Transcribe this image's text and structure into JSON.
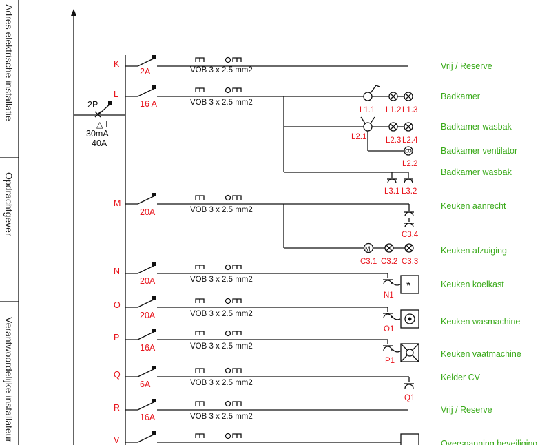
{
  "sidebar": {
    "sections": [
      "Adres elektrische installatie",
      "Opdrachtgever",
      "Verantwoordelijke installateur"
    ]
  },
  "rcd": {
    "poles": "2P",
    "rating": "30mA",
    "current": "40A",
    "symbol": "△ I"
  },
  "cable_spec": "VOB 3 x 2.5 mm2",
  "circuits": [
    {
      "group": "K",
      "amp": "2A",
      "desc": [
        "Vrij / Reserve"
      ]
    },
    {
      "group": "L",
      "amp": "16 A",
      "desc": [
        "Badkamer",
        "Badkamer wasbak",
        "Badkamer ventilator",
        "Badkamer wasbak"
      ]
    },
    {
      "group": "M",
      "amp": "20A",
      "desc": [
        "Keuken aanrecht",
        "Keuken afzuiging"
      ]
    },
    {
      "group": "N",
      "amp": "20A",
      "desc": [
        "Keuken koelkast"
      ]
    },
    {
      "group": "O",
      "amp": "20A",
      "desc": [
        "Keuken wasmachine"
      ]
    },
    {
      "group": "P",
      "amp": "16A",
      "desc": [
        "Keuken vaatmachine"
      ]
    },
    {
      "group": "Q",
      "amp": "6A",
      "desc": [
        "Kelder CV"
      ]
    },
    {
      "group": "R",
      "amp": "16A",
      "desc": [
        "Vrij / Reserve"
      ]
    },
    {
      "group": "V",
      "amp": "",
      "desc": [
        "Overspanning beveiliging"
      ]
    }
  ],
  "component_labels": {
    "L1_1": "L1.1",
    "L1_2": "L1.2",
    "L1_3": "L1.3",
    "L2_1": "L2.1",
    "L2_3": "L2.3",
    "L2_4": "L2.4",
    "L2_2": "L2.2",
    "L3_1": "L3.1",
    "L3_2": "L3.2",
    "C3_4": "C3.4",
    "C3_1": "C3.1",
    "C3_2": "C3.2",
    "C3_3": "C3.3",
    "N1": "N1",
    "O1": "O1",
    "P1": "P1",
    "Q1": "Q1"
  },
  "symbols": {
    "motor": "M",
    "fridge": "*"
  },
  "colors": {
    "labels": "#e8141c",
    "descriptions": "#3aaa1a",
    "lines": "#111111"
  }
}
